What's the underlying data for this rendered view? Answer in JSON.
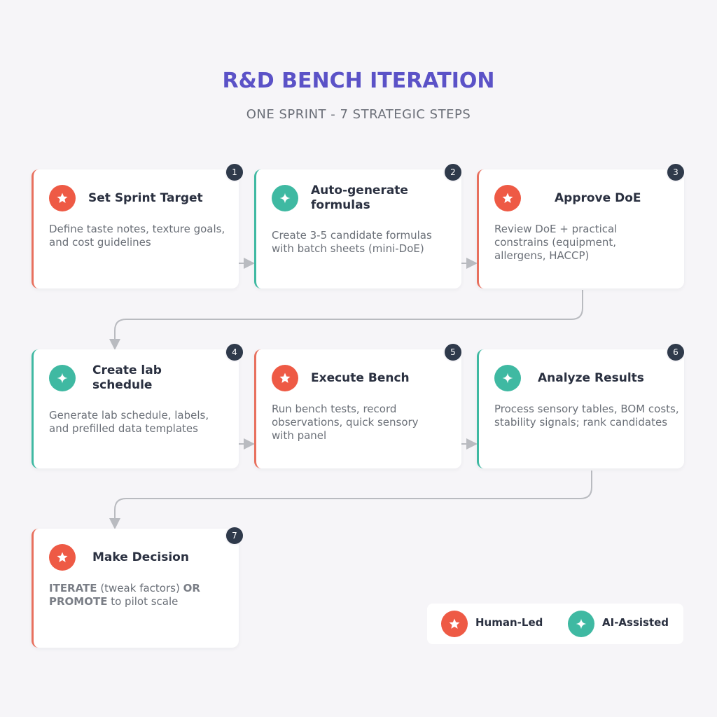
{
  "header": {
    "title": "R&D BENCH ITERATION",
    "subtitle": "ONE SPRINT - 7 STRATEGIC STEPS"
  },
  "colors": {
    "human": "#ee5a45",
    "ai": "#3fb9a2",
    "title": "#5b52c7",
    "badge": "#2f3a4b"
  },
  "steps": [
    {
      "number": "1",
      "type": "human",
      "icon": "star-icon",
      "title": "Set Sprint Target",
      "description": "Define taste notes, texture goals, and cost guidelines"
    },
    {
      "number": "2",
      "type": "ai",
      "icon": "sparkle-icon",
      "title": "Auto-generate formulas",
      "description": "Create 3-5 candidate formulas with batch sheets (mini-DoE)"
    },
    {
      "number": "3",
      "type": "human",
      "icon": "star-icon",
      "title": "Approve DoE",
      "description": "Review DoE + practical constrains (equipment, allergens, HACCP)"
    },
    {
      "number": "4",
      "type": "ai",
      "icon": "sparkle-icon",
      "title": "Create lab schedule",
      "description": "Generate lab schedule, labels, and prefilled data templates"
    },
    {
      "number": "5",
      "type": "human",
      "icon": "star-icon",
      "title": "Execute Bench",
      "description": "Run bench tests, record observations, quick sensory with panel"
    },
    {
      "number": "6",
      "type": "ai",
      "icon": "sparkle-icon",
      "title": "Analyze Results",
      "description": "Process sensory tables, BOM costs, stability signals; rank candidates"
    },
    {
      "number": "7",
      "type": "human",
      "icon": "star-icon",
      "title": "Make Decision",
      "description_parts": {
        "iterate": "ITERATE",
        "tweak": " (tweak factors) ",
        "or": "OR",
        "promote": "PROMOTE",
        "pilot": " to pilot scale"
      }
    }
  ],
  "legend": {
    "human_label": "Human-Led",
    "ai_label": "AI-Assisted"
  }
}
